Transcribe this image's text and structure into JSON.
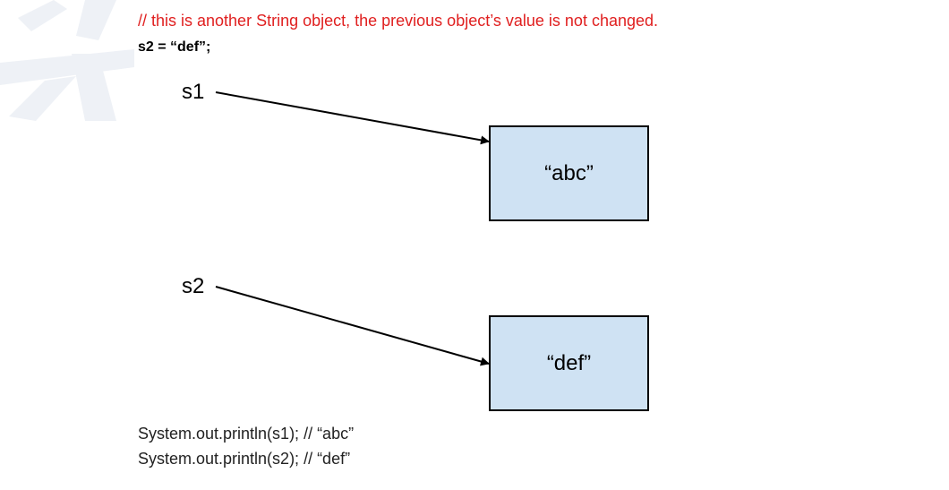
{
  "comment": "// this is another String object, the previous object’s value is not changed.",
  "assignment": "s2 = “def”;",
  "variables": [
    {
      "name": "s1"
    },
    {
      "name": "s2"
    }
  ],
  "objects": [
    {
      "value": "“abc”"
    },
    {
      "value": "“def”"
    }
  ],
  "print_lines": [
    "System.out.println(s1); // “abc”",
    "System.out.println(s2); // “def”"
  ],
  "colors": {
    "comment": "#e02020",
    "box_fill": "#cfe2f3",
    "box_border": "#000000",
    "arrow": "#000000",
    "watermark": "#eef1f6"
  }
}
